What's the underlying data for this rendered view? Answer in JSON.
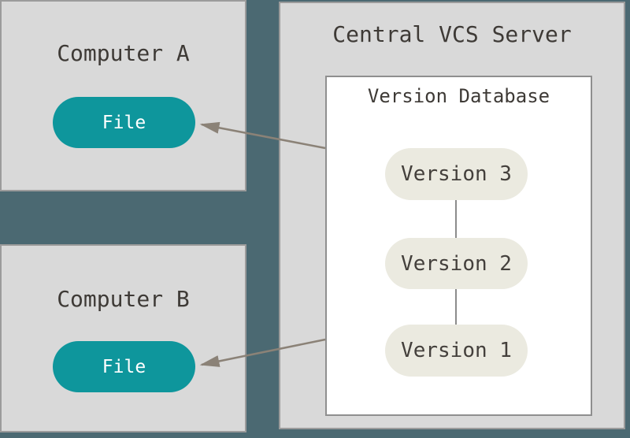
{
  "computer_a": {
    "title": "Computer A",
    "file_label": "File"
  },
  "computer_b": {
    "title": "Computer B",
    "file_label": "File"
  },
  "server": {
    "title": "Central VCS Server",
    "database": {
      "title": "Version Database",
      "versions": [
        "Version 3",
        "Version 2",
        "Version 1"
      ]
    }
  },
  "colors": {
    "background": "#4b6972",
    "box_fill": "#d9d9d9",
    "box_border": "#9b9b9b",
    "database_fill": "#ffffff",
    "database_border": "#8f8f8f",
    "file_pill_fill": "#0e969c",
    "file_pill_text": "#ffffff",
    "version_pill_fill": "#ebeae0",
    "title_text": "#3e3a36",
    "arrow": "#8b8277"
  }
}
